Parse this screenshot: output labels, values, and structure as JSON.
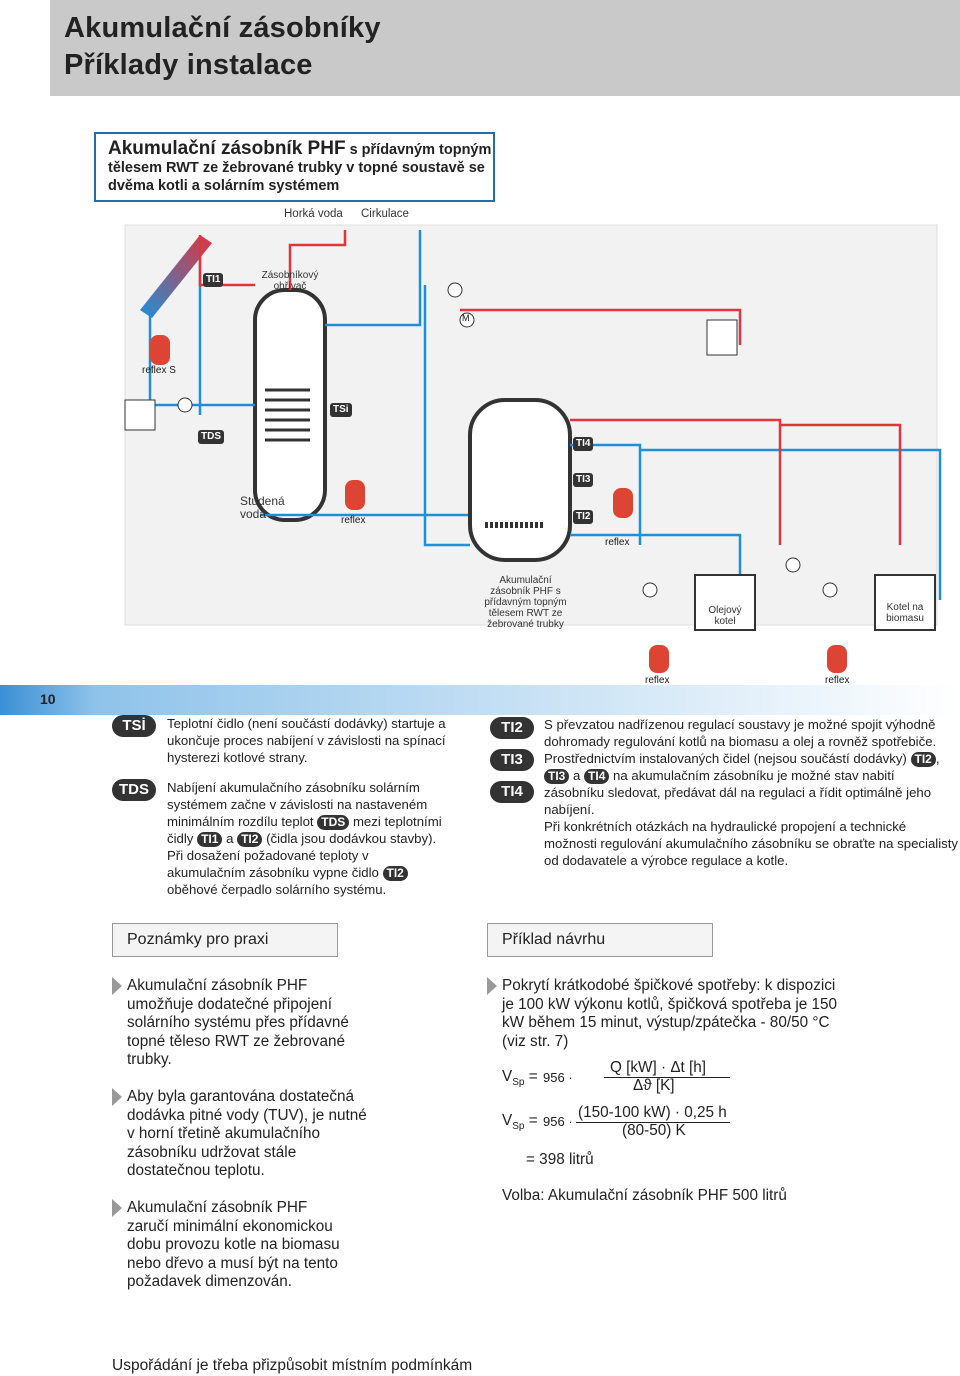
{
  "header": {
    "line1": "Akumulační zásobníky",
    "line2": "Příklady instalace"
  },
  "frame": {
    "title_bold": "Akumulační zásobník PHF",
    "title_rest": " s přídavným topným tělesem RWT ze žebrované trubky v topné soustavě se dvěma kotli a solárním systémem"
  },
  "diagram": {
    "legend_hot": "Horká voda",
    "legend_circ": "Cirkulace",
    "storage_heater": "Zásobníkový ohřívač",
    "reflex_s": "reflex S",
    "cold_water": "Studená voda",
    "reflex": "reflex",
    "tank_label": "Akumulační zásobník PHF s přídavným topným tělesem RWT ze žebrované trubky",
    "oil_boiler": "Olejový kotel",
    "biomass_boiler": "Kotel na biomasu",
    "tags": {
      "ti1": "TI1",
      "tds": "TDS",
      "tsi": "TSi",
      "ti2": "TI2",
      "ti3": "TI3",
      "ti4": "TI4",
      "m": "M"
    }
  },
  "page_number": "10",
  "left_text": {
    "tsi_label": "TSİ",
    "tsi_text": "Teplotní čidlo (není součástí dodávky) startuje a ukončuje proces nabíjení v závislosti na spínací hysterezi kotlové strany.",
    "tds_label": "TDS",
    "tds_p1": "Nabíjení akumulačního zásobníku solárním systémem začne v závislosti na nastaveném minimálním rozdílu teplot",
    "tds_p2": "mezi teplotními čidly",
    "tds_p3": "a",
    "tds_p4": "(čidla jsou dodávkou stavby). Při dosažení požadované teploty v akumulačním zásobníku vypne čidlo",
    "tds_p5": "oběhové čerpadlo solárního systému.",
    "b_tds": "TDS",
    "b_ti1": "TI1",
    "b_ti2": "TI2"
  },
  "right_text": {
    "l_ti2": "TI2",
    "l_ti3": "TI3",
    "l_ti4": "TI4",
    "p1": "S převzatou nadřízenou regulací soustavy je možné spojit výhodně dohromady regulování kotlů na biomasu a olej a rovněž spotřebiče. Prostřednictvím instalovaných čidel (nejsou součástí dodávky)",
    "b1": "TI2",
    "sep": ",",
    "b2": "TI3",
    "and": "a",
    "b3": "TI4",
    "p2": "na akumulačním zásobníku je možné stav nabití zásobníku sledovat, předávat dál na regulaci a řídit optimálně jeho nabíjení.",
    "p3": "Při konkrétních otázkách na hydraulické propojení a technické možnosti regulování akumulačního zásobníku se obraťte na specialisty od dodavatele a výrobce regulace a kotle."
  },
  "notes": {
    "title": "Poznámky pro praxi",
    "items": [
      "Akumulační zásobník PHF umožňuje dodatečné připojení solárního systému přes přídavné topné těleso RWT ze žebrované trubky.",
      "Aby byla garantována dostatečná dodávka pitné vody (TUV), je nutné v horní třetině akumulačního zásobníku udržovat stále dostatečnou teplotu.",
      "Akumulační zásobník PHF zaručí minimální ekonomickou dobu provozu kotle na biomasu nebo dřevo a musí být na tento požadavek dimenzován."
    ]
  },
  "example": {
    "title": "Příklad návrhu",
    "intro": "Pokrytí krátkodobé špičkové spotřeby: k dispozici je 100 kW výkonu kotlů, špičková spotřeba je 150 kW během 15 minut, výstup/zpátečka - 80/50 °C (viz str. 7)",
    "v_label": "V",
    "v_sub": "Sp",
    "eq": "=",
    "coef": "956",
    "dot": "·",
    "f1_num": "Q  [kW]  · Δt  [h]",
    "f1_den": "Δϑ [K]",
    "f2_num": "(150-100  kW)  · 0,25  h",
    "f2_den": "(80-50)  K",
    "result": "= 398  litrů",
    "choice": "Volba: Akumulační zásobník PHF 500 litrů"
  },
  "footer": "Uspořádání je třeba přizpůsobit místním podmínkám",
  "colors": {
    "blue": "#1f8fd8",
    "red": "#e0353d",
    "header_gray": "#c9c9c9"
  }
}
